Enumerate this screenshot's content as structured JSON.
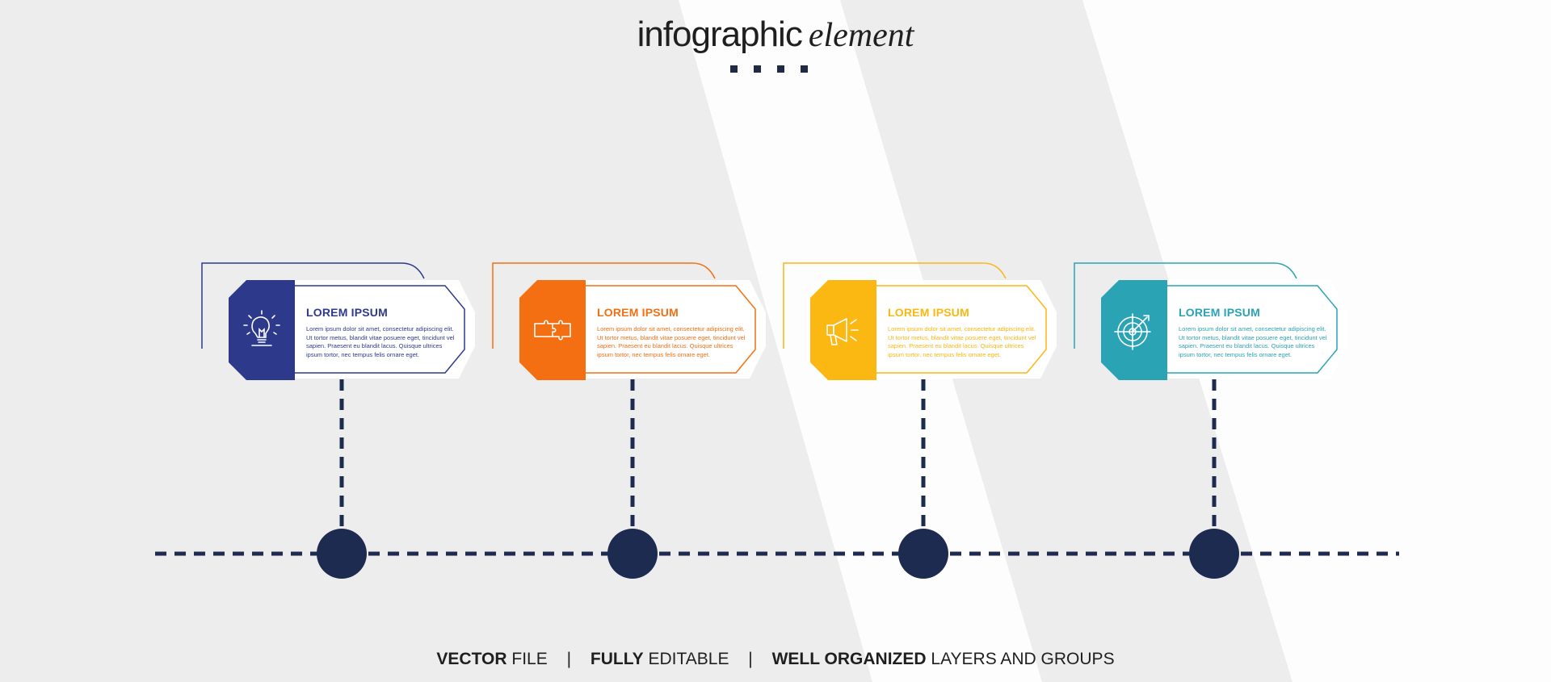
{
  "header": {
    "title_main": "infographic",
    "title_sub": "element"
  },
  "steps": [
    {
      "title": "LOREM IPSUM",
      "body": "Lorem ipsum dolor sit amet, consectetur adipiscing elit. Ut tortor metus, blandit vitae posuere eget, tincidunt vel sapien. Praesent eu blandit lacus. Quisque ultrices ipsum tortor, nec tempus felis ornare eget.",
      "color": "#2d3a8c",
      "icon": "lightbulb-icon"
    },
    {
      "title": "LOREM IPSUM",
      "body": "Lorem ipsum dolor sit amet, consectetur adipiscing elit. Ut tortor metus, blandit vitae posuere eget, tincidunt vel sapien. Praesent eu blandit lacus. Quisque ultrices ipsum tortor, nec tempus felis ornare eget.",
      "color": "#f36f12",
      "icon": "puzzle-icon"
    },
    {
      "title": "LOREM IPSUM",
      "body": "Lorem ipsum dolor sit amet, consectetur adipiscing elit. Ut tortor metus, blandit vitae posuere eget, tincidunt vel sapien. Praesent eu blandit lacus. Quisque ultrices ipsum tortor, nec tempus felis ornare eget.",
      "color": "#fbb712",
      "icon": "megaphone-icon"
    },
    {
      "title": "LOREM IPSUM",
      "body": "Lorem ipsum dolor sit amet, consectetur adipiscing elit. Ut tortor metus, blandit vitae posuere eget, tincidunt vel sapien. Praesent eu blandit lacus. Quisque ultrices ipsum tortor, nec tempus felis ornare eget.",
      "color": "#2aa3b5",
      "icon": "target-icon"
    }
  ],
  "timeline": {
    "color": "#1c2b4f"
  },
  "footer": {
    "part1_bold": "VECTOR",
    "part1_rest": " FILE",
    "sep1": "|",
    "part2_bold": "FULLY",
    "part2_rest": " EDITABLE",
    "sep2": "|",
    "part3_bold": "WELL ORGANIZED",
    "part3_rest": " LAYERS AND GROUPS"
  }
}
